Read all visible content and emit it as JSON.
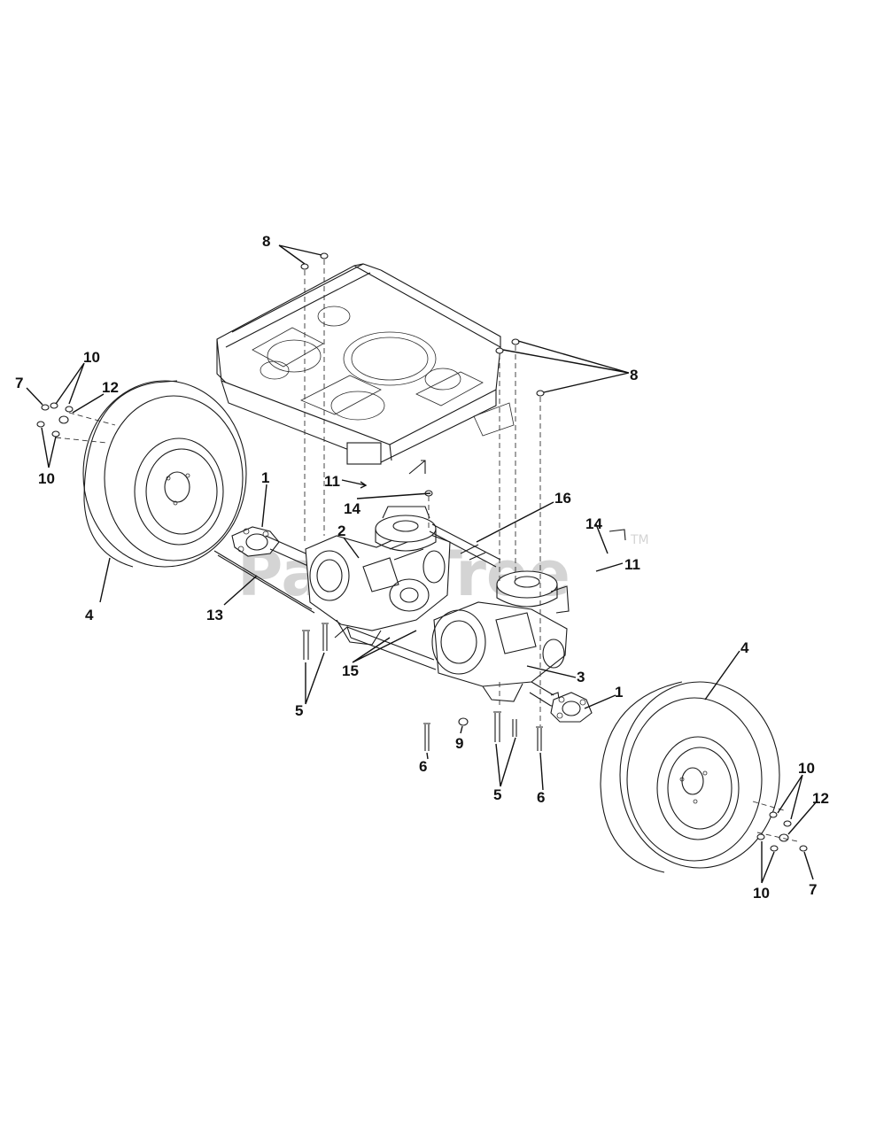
{
  "diagram": {
    "watermark": "PartsTree",
    "trademark": "TM",
    "callouts": {
      "c1a": "1",
      "c1b": "1",
      "c2": "2",
      "c3": "3",
      "c4a": "4",
      "c4b": "4",
      "c5a": "5",
      "c5b": "5",
      "c6a": "6",
      "c6b": "6",
      "c7a": "7",
      "c7b": "7",
      "c8a": "8",
      "c8b": "8",
      "c9": "9",
      "c10a": "10",
      "c10b": "10",
      "c10c": "10",
      "c10d": "10",
      "c11a": "11",
      "c11b": "11",
      "c12a": "12",
      "c12b": "12",
      "c13": "13",
      "c14a": "14",
      "c14b": "14",
      "c15": "15",
      "c16": "16"
    }
  }
}
